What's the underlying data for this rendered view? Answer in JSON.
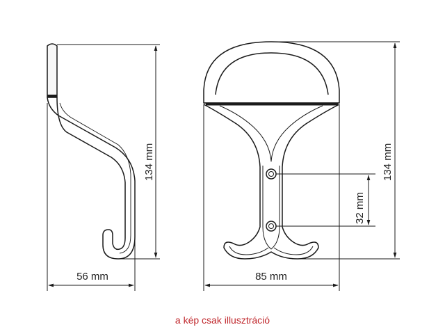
{
  "dimensions": {
    "side_width": "56 mm",
    "side_height": "134 mm",
    "front_width": "85 mm",
    "front_height": "134 mm",
    "hole_spacing": "32 mm"
  },
  "caption": "a kép csak illusztráció",
  "colors": {
    "line": "#1a1a1a",
    "caption": "#c0282d"
  }
}
